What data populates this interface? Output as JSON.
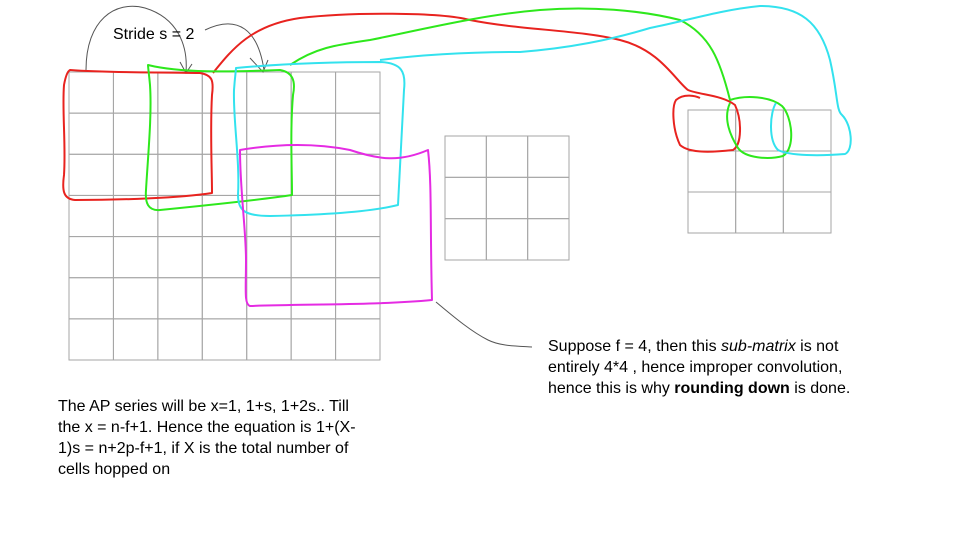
{
  "stride_label": "Stride s = 2",
  "note": {
    "part1": "Suppose f = 4, then this ",
    "part2_italic": "sub-matrix",
    "part3": " is not entirely 4*4 , hence improper convolution, hence this is why ",
    "part4_bold": "rounding down",
    "part5": " is done."
  },
  "ap_text": "The AP series will be x=1, 1+s, 1+2s.. Till the x = n-f+1. Hence the equation is 1+(X-1)s = n+2p-f+1, if X is the total number of cells hopped on",
  "grids": {
    "input": {
      "rows": 7,
      "cols": 7
    },
    "filter": {
      "rows": 3,
      "cols": 3
    },
    "output": {
      "rows": 3,
      "cols": 3
    }
  },
  "colors": {
    "grid_line": "#a6a6a6",
    "red": "#e8231f",
    "green": "#2ee81c",
    "cyan": "#33e2ee",
    "magenta": "#e52be3",
    "ink": "#555555"
  }
}
